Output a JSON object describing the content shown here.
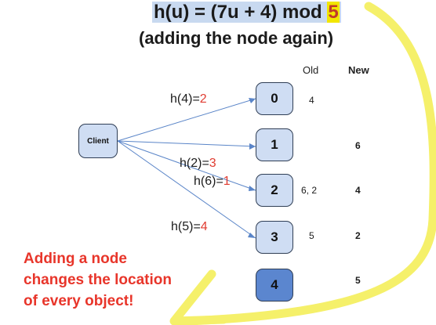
{
  "title": {
    "line1_prefix": "h(u) = (7u + 4) mod ",
    "line1_modulus": "5",
    "line2": "(adding the node again)"
  },
  "columns": {
    "old": "Old",
    "new": "New"
  },
  "client_label": "Client",
  "servers": [
    {
      "id": "0",
      "old": "4",
      "new": ""
    },
    {
      "id": "1",
      "old": "",
      "new": "6"
    },
    {
      "id": "2",
      "old": "6, 2",
      "new": "4"
    },
    {
      "id": "3",
      "old": "5",
      "new": "2"
    },
    {
      "id": "4",
      "old": "",
      "new": "5"
    }
  ],
  "hash_labels": [
    {
      "prefix": "h(4)=",
      "value": "2"
    },
    {
      "prefix": "h(2)=",
      "value": "3"
    },
    {
      "prefix": "h(6)=",
      "value": "1"
    },
    {
      "prefix": "h(5)=",
      "value": "4"
    }
  ],
  "callout_lines": [
    "Adding a node",
    "changes the location",
    "of every object!"
  ],
  "colors": {
    "box_fill": "#cfddf3",
    "new_box_fill": "#5b86cf",
    "highlight_arrow": "#f5f06a",
    "red_text": "#e8352a",
    "edge": "#5a85c8"
  }
}
